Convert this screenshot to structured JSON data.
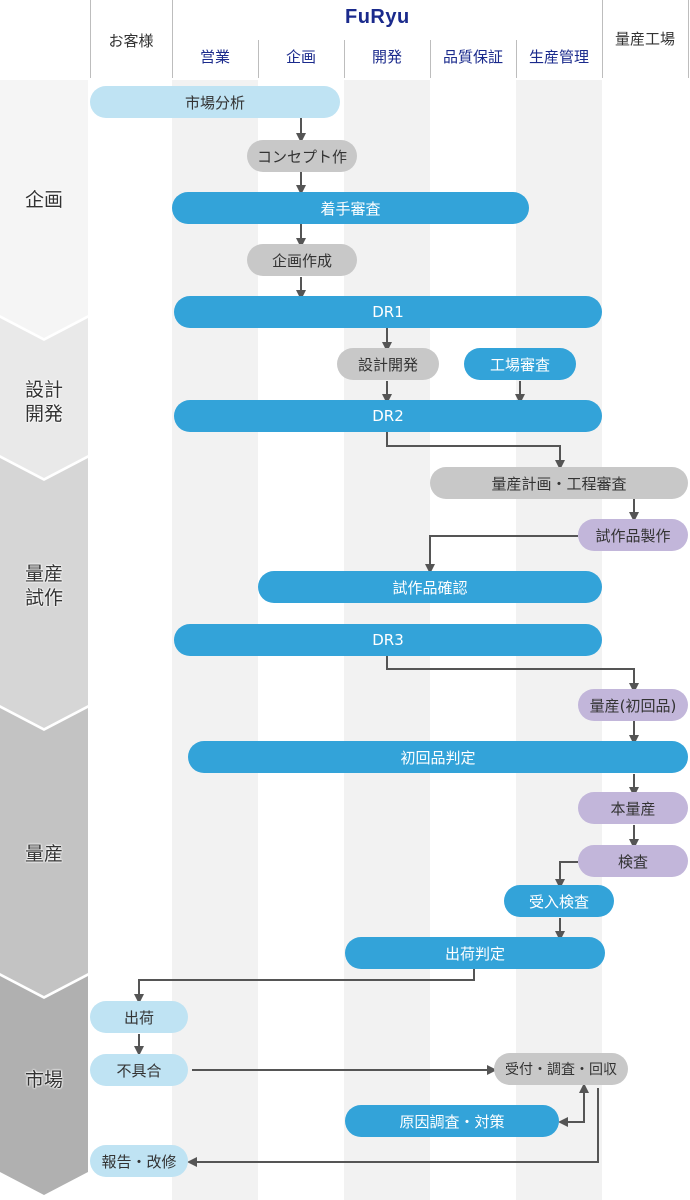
{
  "header": {
    "brand": "FuRyu",
    "columns": {
      "customer": "お客様",
      "sales": "営業",
      "planning": "企画",
      "development": "開発",
      "quality": "品質保証",
      "production_mgmt": "生産管理",
      "factory": "量産工場"
    }
  },
  "phases": [
    {
      "label": "企画"
    },
    {
      "label": "設計\n開発"
    },
    {
      "label": "量産\n試作"
    },
    {
      "label": "量産"
    },
    {
      "label": "市場"
    }
  ],
  "phase_colors": [
    "#f5f5f5",
    "#e9e9e9",
    "#d6d6d6",
    "#c3c3c3",
    "#b0b0b0"
  ],
  "colors": {
    "primary_blue": "#33a3d9",
    "light_blue": "#bfe3f3",
    "gray_node": "#c8c8c8",
    "purple_node": "#c2b6da",
    "arrow": "#555555",
    "dept_text": "#1a2a8c"
  },
  "nodes": {
    "market_analysis": "市場分析",
    "concept": "コンセプト作",
    "start_review": "着手審査",
    "plan_creation": "企画作成",
    "dr1": "DR1",
    "design_dev": "設計開発",
    "factory_review": "工場審査",
    "dr2": "DR2",
    "mass_plan_review": "量産計画・工程審査",
    "prototype_make": "試作品製作",
    "prototype_check": "試作品確認",
    "dr3": "DR3",
    "first_production": "量産(初回品)",
    "first_judgement": "初回品判定",
    "mass_production": "本量産",
    "inspection": "検査",
    "receiving_inspection": "受入検査",
    "shipping_judgement": "出荷判定",
    "shipping": "出荷",
    "defect": "不具合",
    "reception": "受付・調査・回収",
    "root_cause": "原因調査・対策",
    "report_repair": "報告・改修"
  }
}
